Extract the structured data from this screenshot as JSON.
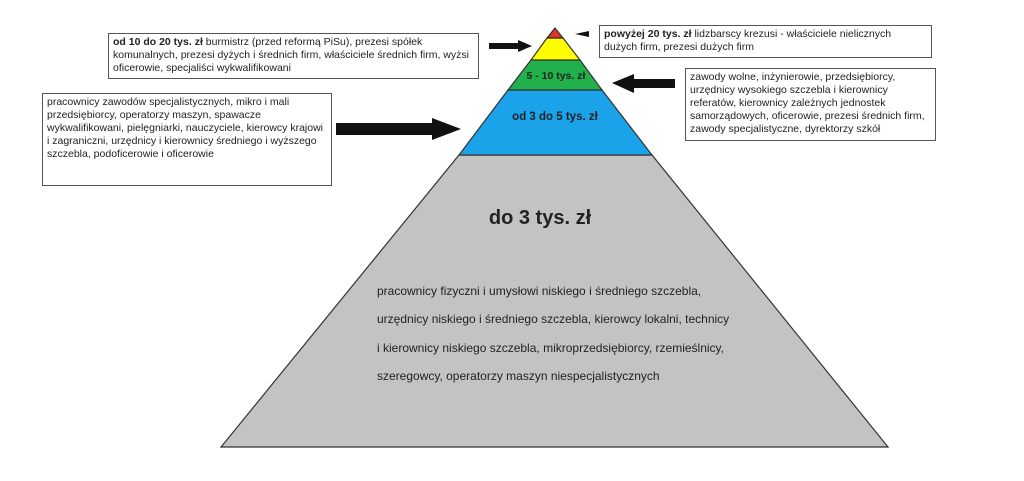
{
  "tiers": {
    "top": {
      "label": "",
      "color": "#e0302a"
    },
    "t2": {
      "label": "",
      "color": "#ffff00"
    },
    "t3": {
      "label": "5 - 10 tys. zł",
      "color": "#22b04c"
    },
    "t4": {
      "label": "od 3 do 5 tys. zł",
      "color": "#1aa3e8"
    },
    "base": {
      "label": "do 3 tys. zł",
      "color": "#c3c3c3"
    }
  },
  "base_description": [
    "pracownicy fizyczni i umysłowi niskiego i średniego szczebla,",
    "urzędnicy niskiego i średniego szczebla, kierowcy lokalni, technicy",
    "i kierownicy niskiego szczebla, mikroprzedsiębiorcy, rzemieślnicy,",
    "szeregowcy, operatorzy maszyn niespecjalistycznych"
  ],
  "callouts": {
    "above20": {
      "bold": "powyżej 20 tys. zł",
      "text": " lidzbarscy krezusi - właściciele nielicznych dużych firm, prezesi dużych firm"
    },
    "from10to20": {
      "bold": "od 10 do 20 tys. zł",
      "text": " burmistrz (przed reformą PiSu), prezesi spółek komunalnych, prezesi dyżych i średnich firm, właściciele średnich firm, wyżsi oficerowie, specjaliści wykwalifikowani"
    },
    "from5to10": {
      "text": "zawody wolne, inżynierowie, przedsiębiorcy, urzędnicy wysokiego szczebla i kierownicy referatów, kierownicy zależnych jednostek samorządowych, oficerowie, prezesi średnich firm, zawody specjalistyczne, dyrektorzy szkół"
    },
    "from3to5": {
      "text": "pracownicy zawodów specjalistycznych, mikro i mali przedsiębiorcy, operatorzy maszyn, spawacze wykwalifikowani, pielęgniarki, nauczyciele, kierowcy krajowi i zagraniczni, urzędnicy i kierownicy średniego i wyższego szczebla, podoficerowie i oficerowie"
    }
  }
}
